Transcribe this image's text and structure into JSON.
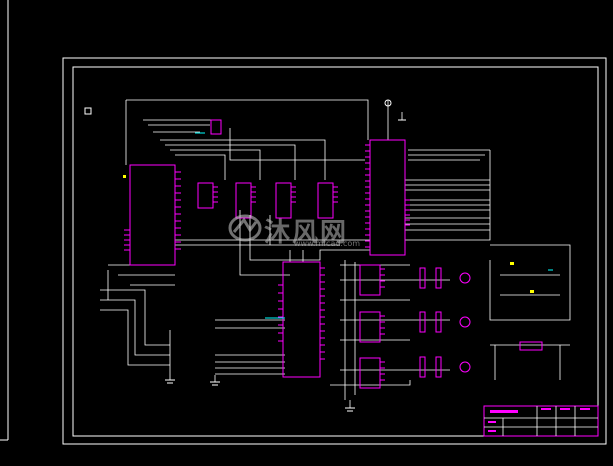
{
  "drawing": {
    "background": "#000000",
    "frame_color": "#ffffff",
    "component_color": "#ff00ff",
    "wire_color": "#ffffff",
    "accent_color": "#00ffff"
  },
  "watermark": {
    "text": "沐风网",
    "url": "www.mfcad.com",
    "logo": "mfcad-logo"
  },
  "title_block": {
    "name_text": "",
    "cells": [
      "",
      "",
      ""
    ]
  }
}
